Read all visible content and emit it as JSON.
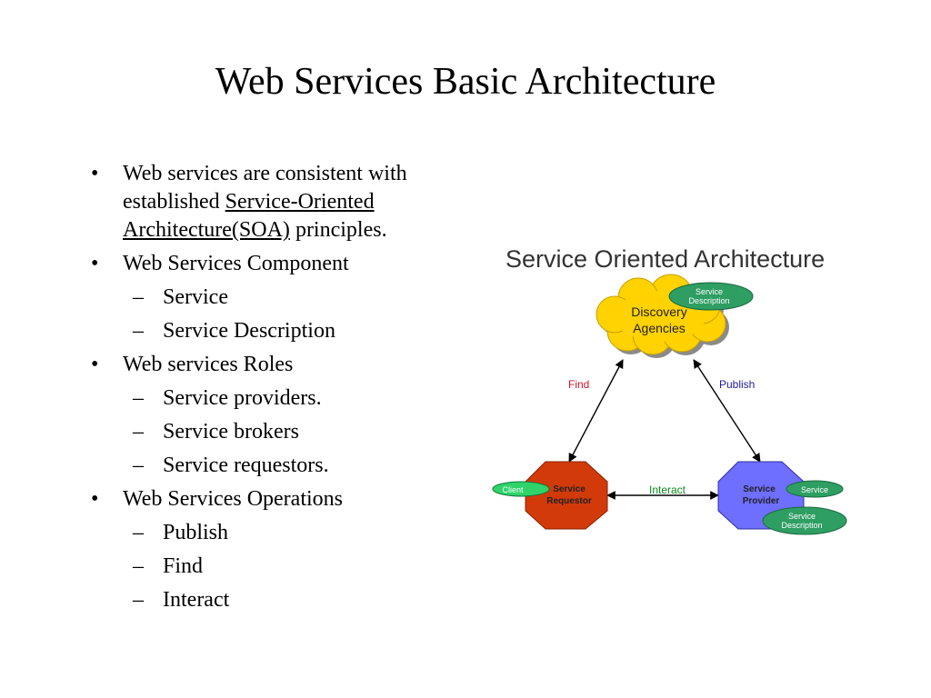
{
  "slide": {
    "title": "Web Services Basic Architecture"
  },
  "bullets": {
    "b1": {
      "prefix": "Web services are consistent with established ",
      "link": "Service-Oriented Architecture(SOA)",
      "suffix": " principles."
    },
    "b2": {
      "text": "Web Services Component"
    },
    "b2_sub": [
      "Service",
      "Service Description"
    ],
    "b3": {
      "text": "Web services Roles"
    },
    "b3_sub": [
      "Service providers.",
      "Service brokers",
      "Service requestors."
    ],
    "b4": {
      "text": "Web Services Operations"
    },
    "b4_sub": [
      "Publish",
      "Find",
      "Interact"
    ],
    "bullet_mark": "•",
    "sub_mark": "–"
  },
  "diagram": {
    "title": "Service Oriented Architecture",
    "agencies_line1": "Discovery",
    "agencies_line2": "Agencies",
    "agencies_desc_line1": "Service",
    "agencies_desc_line2": "Description",
    "find": "Find",
    "publish": "Publish",
    "interact": "Interact",
    "requestor_line1": "Service",
    "requestor_line2": "Requestor",
    "client": "Client",
    "provider_line1": "Service",
    "provider_line2": "Provider",
    "provider_service": "Service",
    "provider_desc_line1": "Service",
    "provider_desc_line2": "Description",
    "colors": {
      "cloud": "#ffd200",
      "ellipse": "#2e9e63",
      "client": "#2fd36a",
      "requestor": "#d23a0a",
      "provider": "#6e6eff",
      "find_label": "#d0162d",
      "publish_label": "#2020a0",
      "interact_label": "#0a8a1a"
    }
  }
}
